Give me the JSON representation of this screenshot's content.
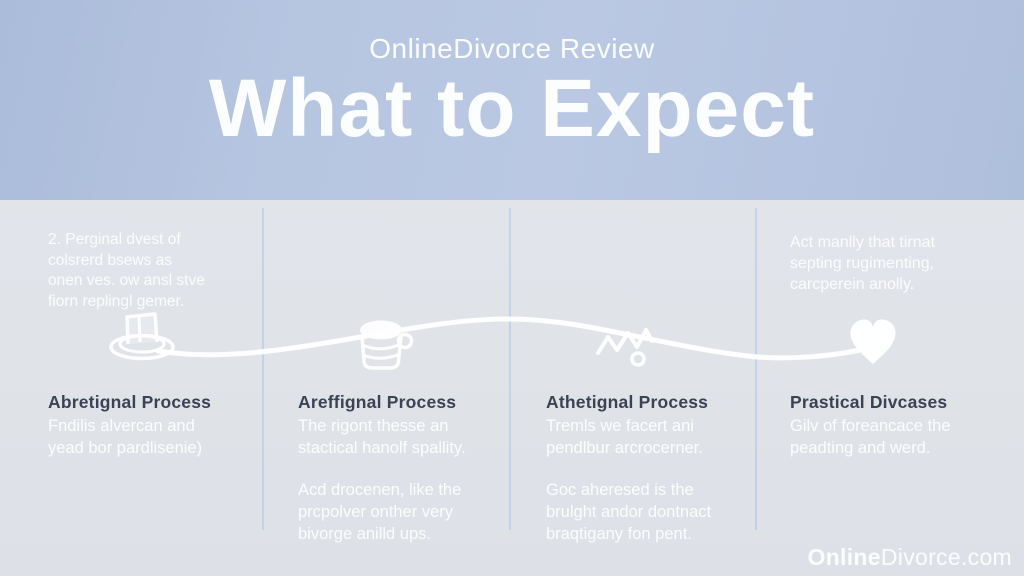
{
  "header": {
    "eyebrow": "OnlineDivorce Review",
    "title": "What to Expect"
  },
  "columns": [
    {
      "top_note": "2. Perginal dvest of\ncolsrerd bsews as\nonen ves. ow ansl stve\nfiorn replingl gemer.",
      "heading": "Abretignal Process",
      "subtext": "Fndilis alvercan and\nyead bor pardlisenie)",
      "extra": ""
    },
    {
      "top_note": "",
      "heading": "Areffignal Process",
      "subtext": "The rigont thesse an\nstactical hanolf spallity.",
      "extra": "Acd drocenen, like the\nprcpolver onther very\nbivorge anilld ups."
    },
    {
      "top_note": "",
      "heading": "Athetignal Process",
      "subtext": "Tremls we facert ani\npendlbur arcrocerner.",
      "extra": "Goc aheresed is the\nbrulght andor dontnact\nbraqtigany fon pent."
    },
    {
      "top_note": "Act manlly that tirnat\nsepting rugimenting,\ncarcperein anolly.",
      "heading": "Prastical Divcases",
      "subtext": "Gilv of foreancace the\npeadting and werd.",
      "extra": ""
    }
  ],
  "timeline": {
    "icons": [
      "top-hat-icon",
      "stacked-cups-icon",
      "signature-squiggle-icon",
      "heart-icon"
    ]
  },
  "footer": {
    "brand_bold": "Online",
    "brand_rest": "Divorce.com"
  },
  "colors": {
    "header_bg": "#b7c6e1",
    "body_bg": "#e1e4e9",
    "heading_text": "#3b4254",
    "faded_text": "#f3f6f9",
    "line_white": "#ffffff"
  }
}
